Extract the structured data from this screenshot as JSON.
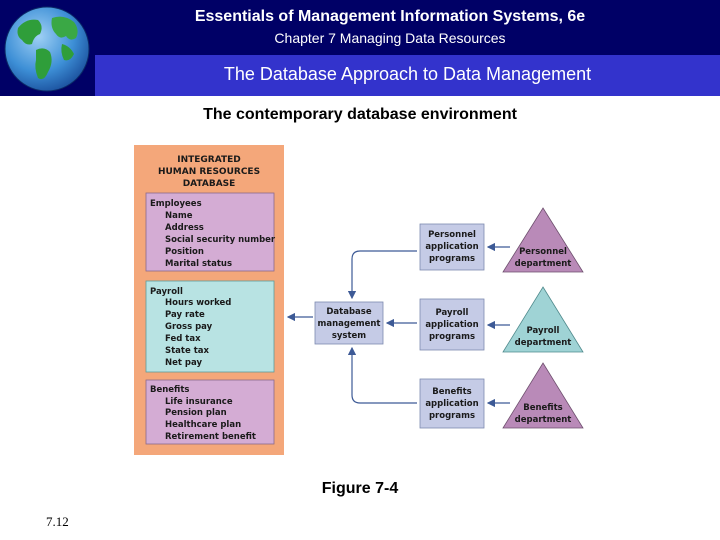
{
  "header": {
    "title": "Essentials of Management Information Systems, 6e",
    "chapter": "Chapter 7 Managing Data Resources"
  },
  "section_title": "The Database Approach to Data Management",
  "subtitle": "The contemporary database environment",
  "diagram": {
    "database_title": [
      "INTEGRATED",
      "HUMAN RESOURCES",
      "DATABASE"
    ],
    "employees": {
      "heading": "Employees",
      "fields": [
        "Name",
        "Address",
        "Social security number",
        "Position",
        "Marital status"
      ]
    },
    "payroll": {
      "heading": "Payroll",
      "fields": [
        "Hours worked",
        "Pay rate",
        "Gross pay",
        "Fed tax",
        "State tax",
        "Net pay"
      ]
    },
    "benefits": {
      "heading": "Benefits",
      "fields": [
        "Life insurance",
        "Pension plan",
        "Healthcare plan",
        "Retirement benefit"
      ]
    },
    "dbms": [
      "Database",
      "management",
      "system"
    ],
    "apps": [
      [
        "Personnel",
        "application",
        "programs"
      ],
      [
        "Payroll",
        "application",
        "programs"
      ],
      [
        "Benefits",
        "application",
        "programs"
      ]
    ],
    "departments": [
      [
        "Personnel",
        "department"
      ],
      [
        "Payroll",
        "department"
      ],
      [
        "Benefits",
        "department"
      ]
    ]
  },
  "caption": "Figure 7-4",
  "slide_number": "7.12",
  "colors": {
    "header_bg": "#000066",
    "band_bg": "#3333cc",
    "db_panel": "#f4a77a",
    "employees_box": "#d4acd4",
    "payroll_box": "#b8e3e3",
    "benefits_box": "#d4acd4",
    "box_fill": "#c5cbe6",
    "dept_personnel": "#b98ab8",
    "dept_payroll": "#9fd3d5",
    "dept_benefits": "#b98ab8",
    "arrow": "#3d5a96"
  }
}
